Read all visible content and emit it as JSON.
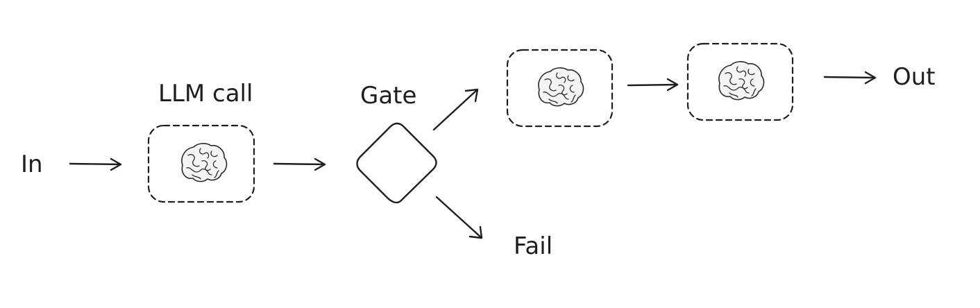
{
  "labels": {
    "input": "In",
    "llm_call": "LLM call",
    "gate": "Gate",
    "fail": "Fail",
    "output": "Out"
  },
  "icons": {
    "llm_node": "brain-icon"
  },
  "nodes": [
    {
      "id": "llm-call-1",
      "icon": "brain-icon"
    },
    {
      "id": "gate",
      "icon": "diamond"
    },
    {
      "id": "llm-call-2",
      "icon": "brain-icon"
    },
    {
      "id": "llm-call-3",
      "icon": "brain-icon"
    }
  ],
  "edges": [
    {
      "from": "In",
      "to": "llm-call-1"
    },
    {
      "from": "llm-call-1",
      "to": "gate"
    },
    {
      "from": "gate",
      "to": "llm-call-2"
    },
    {
      "from": "gate",
      "to": "Fail"
    },
    {
      "from": "llm-call-2",
      "to": "llm-call-3"
    },
    {
      "from": "llm-call-3",
      "to": "Out"
    }
  ]
}
